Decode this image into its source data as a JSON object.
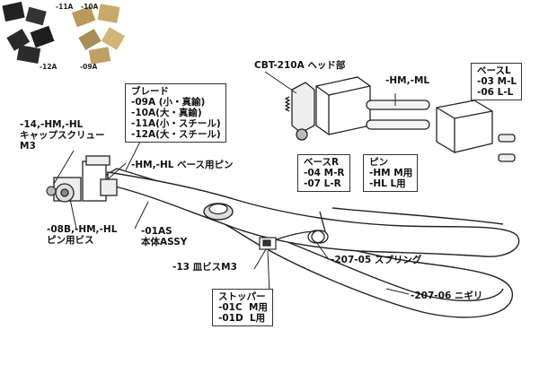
{
  "thumbnails": {
    "dark": [
      "-11A",
      "-12A"
    ],
    "gold": [
      "-10A",
      "-09A"
    ]
  },
  "labels": {
    "title": "CBT-210A ヘッド部",
    "hm_ml": "-HM,-ML",
    "cap_screw": [
      "-14,-HM,-HL",
      "キャップスクリュー",
      "M3"
    ],
    "base_pin": "-HM,-HL ベース用ピン",
    "pin_screw": [
      "-08B,-HM,-HL",
      "ピン用ビス"
    ],
    "body": [
      "-01AS",
      "本体ASSY"
    ],
    "dish_screw": "-13 皿ビスM3",
    "spring": "-207-05 スプリング",
    "grip": "-207-06 ニギリ"
  },
  "boxes": {
    "blade": [
      "ブレード",
      "-09A (小・真鍮)",
      "-10A(大・真鍮)",
      "-11A(小・スチール)",
      "-12A(大・スチール)"
    ],
    "base_l": [
      "ベースL",
      "-03 M-L",
      "-06 L-L"
    ],
    "base_r": [
      "ベースR",
      "-04 M-R",
      "-07 L-R"
    ],
    "pin": [
      "ピン",
      "-HM M用",
      "-HL L用"
    ],
    "stopper": [
      "ストッパー",
      "-01C  M用",
      "-01D  L用"
    ]
  }
}
